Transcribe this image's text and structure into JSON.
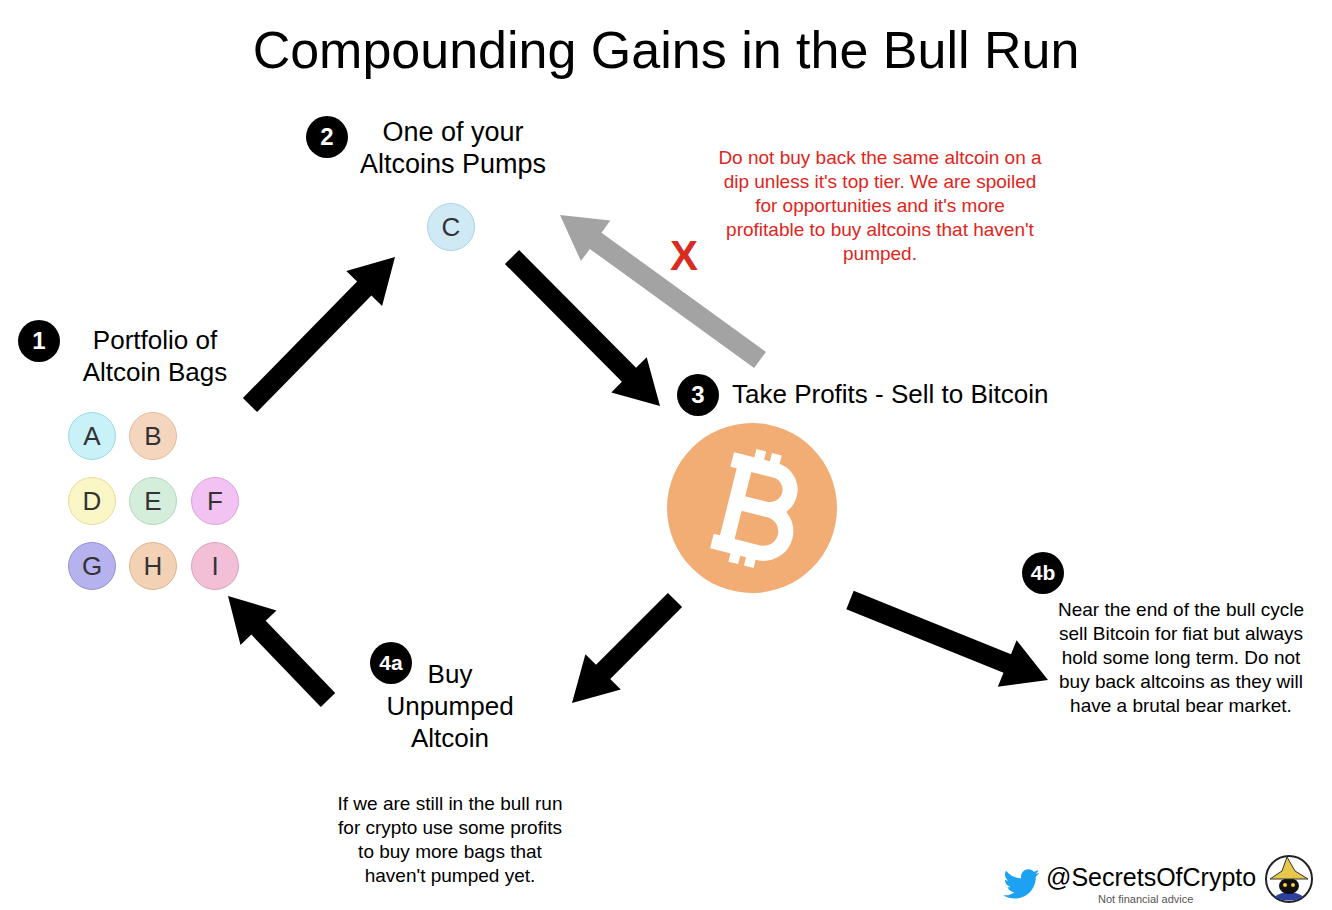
{
  "diagram": {
    "title": "Compounding Gains in the Bull Run",
    "nodes": [
      {
        "text": [
          "Portfolio of Altcoin Bags"
        ]
      },
      {
        "text": [
          "A"
        ],
        "in": 0
      },
      {
        "text": [
          "B"
        ],
        "in": 0
      },
      {
        "text": [
          "D"
        ],
        "in": 0
      },
      {
        "text": [
          "E"
        ],
        "in": 0
      },
      {
        "text": [
          "F"
        ],
        "in": 0
      },
      {
        "text": [
          "G"
        ],
        "in": 0
      },
      {
        "text": [
          "H"
        ],
        "in": 0
      },
      {
        "text": [
          "I"
        ],
        "in": 0
      },
      {
        "text": [
          "One of your Altcoins Pumps",
          "C"
        ]
      },
      {
        "text": [
          "Take Profits - Sell to Bitcoin"
        ]
      },
      {
        "text": [
          "Buy Unpumped Altcoin",
          "If we are still in the bull run for crypto use some profits to buy more bags that haven't pumped yet."
        ]
      },
      {
        "text": [
          "Near the end of the bull cycle sell Bitcoin for fiat but always hold some long term. Do not buy back altcoins as they will have a brutal bear market."
        ]
      }
    ],
    "edges": [
      {
        "from": 0,
        "to": 9,
        "arrow": "to"
      },
      {
        "from": 9,
        "to": 10,
        "arrow": "to"
      },
      {
        "from": 10,
        "to": 9,
        "label": "X",
        "arrow": "to"
      },
      {
        "from": 10,
        "to": 11,
        "arrow": "to"
      },
      {
        "from": 11,
        "to": 0,
        "arrow": "to"
      },
      {
        "from": 10,
        "to": 12,
        "arrow": "to"
      }
    ],
    "labels": [
      "1",
      "2",
      "3",
      "4a",
      "4b",
      "Do not buy back the same altcoin on a dip unless it's top tier. We are spoiled for opportunities and it's more profitable to buy altcoins that haven't pumped.",
      "@SecretsOfCrypto",
      "Not financial advice"
    ]
  }
}
